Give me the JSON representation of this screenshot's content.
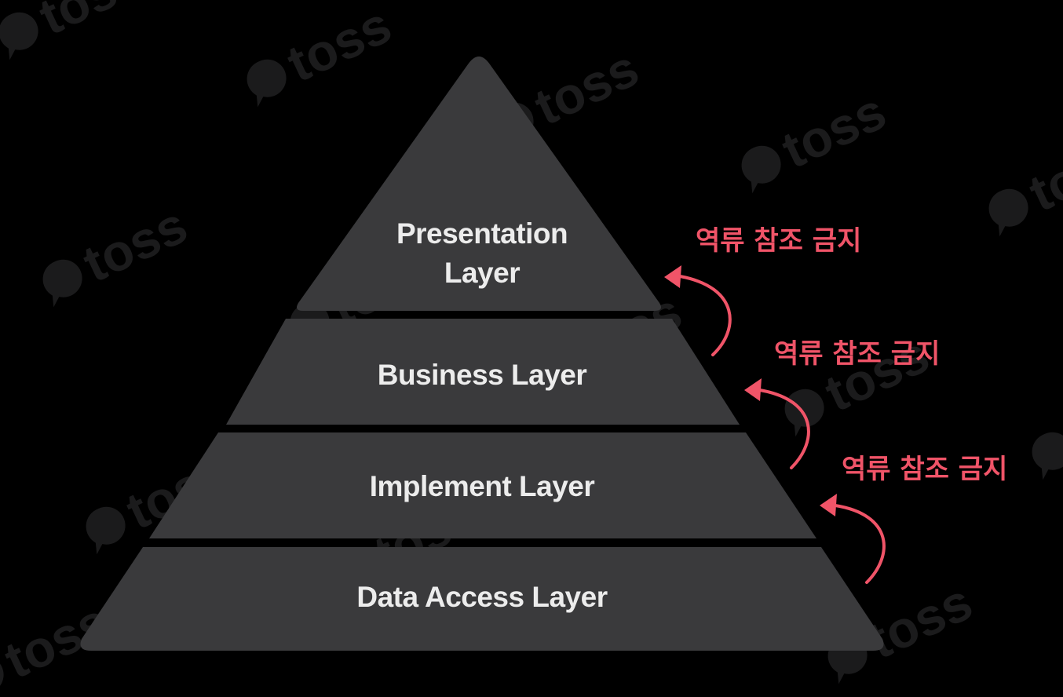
{
  "colors": {
    "background": "#000000",
    "layer_fill": "#3a3a3c",
    "layer_text": "#ececec",
    "warning": "#f05468",
    "watermark": "#1b1b1c"
  },
  "watermark": {
    "text": "toss",
    "icon": "chat-bubble-icon"
  },
  "layers": [
    {
      "name": "presentation",
      "label_line1": "Presentation",
      "label_line2": "Layer"
    },
    {
      "name": "business",
      "label": "Business Layer"
    },
    {
      "name": "implement",
      "label": "Implement Layer"
    },
    {
      "name": "data-access",
      "label": "Data Access Layer"
    }
  ],
  "rules": [
    {
      "label": "역류 참조 금지",
      "icon": "curved-up-arrow-icon"
    },
    {
      "label": "역류 참조 금지",
      "icon": "curved-up-arrow-icon"
    },
    {
      "label": "역류 참조 금지",
      "icon": "curved-up-arrow-icon"
    }
  ]
}
